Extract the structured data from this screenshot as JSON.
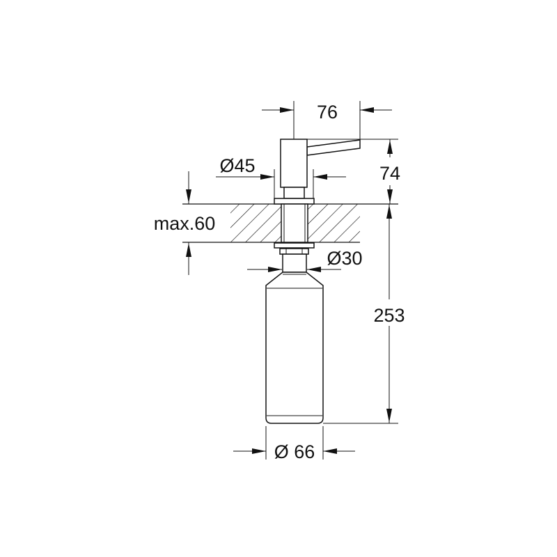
{
  "dimensions": {
    "lever_reach": "76",
    "head_height": "74",
    "head_diameter": "Ø45",
    "max_counter_thickness": "max.60",
    "shank_diameter": "Ø30",
    "total_below_counter": "253",
    "bottle_diameter": "Ø 66"
  },
  "colors": {
    "line": "#111111",
    "background": "#ffffff"
  }
}
